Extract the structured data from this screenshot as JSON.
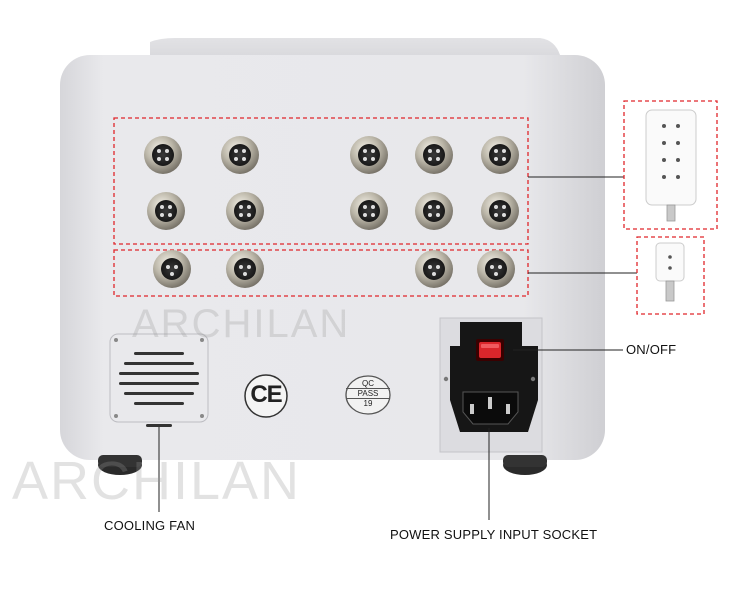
{
  "labels": {
    "on_off": "ON/OFF",
    "cooling_fan": "COOLING FAN",
    "power_socket": "POWER SUPPLY INPUT SOCKET"
  },
  "marks": {
    "ce": "CE",
    "qc_line1": "QC",
    "qc_line2": "PASS",
    "qc_line3": "19"
  },
  "watermark": {
    "text": "ARCHILAN"
  },
  "colors": {
    "body": "#e6e6e9",
    "highlight_box": "#e0262b",
    "switch": "#d9262b",
    "panel": "#161616"
  },
  "connectors": {
    "four_pin_count": 10,
    "three_pin_count": 4
  },
  "accessories": {
    "large_pad_icon": "eight-hole-pad-icon",
    "small_pad_icon": "two-hole-pad-icon"
  }
}
